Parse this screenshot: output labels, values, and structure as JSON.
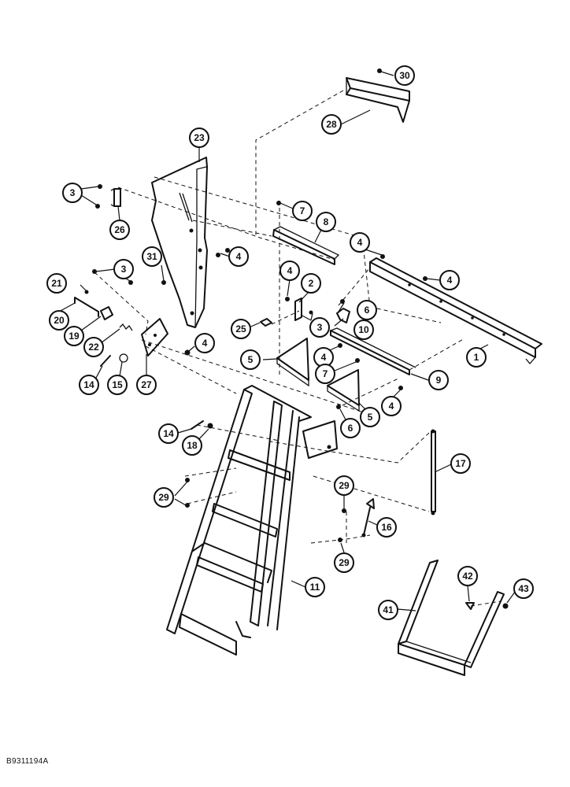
{
  "figure_id": "B9311194A",
  "callouts": [
    {
      "id": "c30",
      "label": "30"
    },
    {
      "id": "c28",
      "label": "28"
    },
    {
      "id": "c23",
      "label": "23"
    },
    {
      "id": "c3a",
      "label": "3"
    },
    {
      "id": "c26",
      "label": "26"
    },
    {
      "id": "c7a",
      "label": "7"
    },
    {
      "id": "c8",
      "label": "8"
    },
    {
      "id": "c4a",
      "label": "4"
    },
    {
      "id": "c31",
      "label": "31"
    },
    {
      "id": "c4b",
      "label": "4"
    },
    {
      "id": "c3b",
      "label": "3"
    },
    {
      "id": "c21",
      "label": "21"
    },
    {
      "id": "c4c",
      "label": "4"
    },
    {
      "id": "c2",
      "label": "2"
    },
    {
      "id": "c4d",
      "label": "4"
    },
    {
      "id": "c6a",
      "label": "6"
    },
    {
      "id": "c20",
      "label": "20"
    },
    {
      "id": "c19",
      "label": "19"
    },
    {
      "id": "c10",
      "label": "10"
    },
    {
      "id": "c3c",
      "label": "3"
    },
    {
      "id": "c25",
      "label": "25"
    },
    {
      "id": "c22",
      "label": "22"
    },
    {
      "id": "c4e",
      "label": "4"
    },
    {
      "id": "c1",
      "label": "1"
    },
    {
      "id": "c4f",
      "label": "4"
    },
    {
      "id": "c5a",
      "label": "5"
    },
    {
      "id": "c7b",
      "label": "7"
    },
    {
      "id": "c9",
      "label": "9"
    },
    {
      "id": "c14a",
      "label": "14"
    },
    {
      "id": "c15",
      "label": "15"
    },
    {
      "id": "c27",
      "label": "27"
    },
    {
      "id": "c4g",
      "label": "4"
    },
    {
      "id": "c5b",
      "label": "5"
    },
    {
      "id": "c6b",
      "label": "6"
    },
    {
      "id": "c14b",
      "label": "14"
    },
    {
      "id": "c18",
      "label": "18"
    },
    {
      "id": "c17",
      "label": "17"
    },
    {
      "id": "c29a",
      "label": "29"
    },
    {
      "id": "c29b",
      "label": "29"
    },
    {
      "id": "c16",
      "label": "16"
    },
    {
      "id": "c29c",
      "label": "29"
    },
    {
      "id": "c11",
      "label": "11"
    },
    {
      "id": "c42",
      "label": "42"
    },
    {
      "id": "c43",
      "label": "43"
    },
    {
      "id": "c41",
      "label": "41"
    }
  ]
}
